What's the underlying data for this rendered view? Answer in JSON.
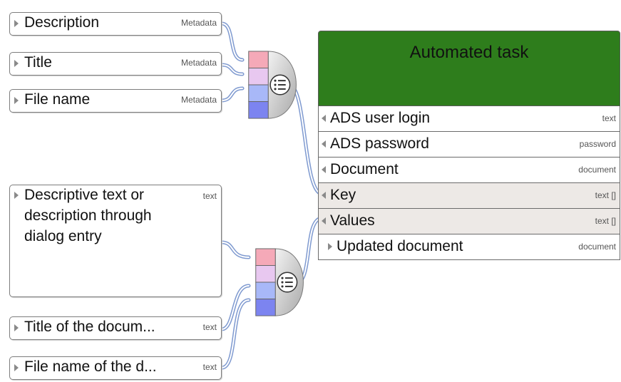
{
  "inputs": [
    {
      "label": "Description",
      "type": "Metadata"
    },
    {
      "label": "Title",
      "type": "Metadata"
    },
    {
      "label": "File name",
      "type": "Metadata"
    },
    {
      "label": "Descriptive text or description through dialog entry",
      "type": "text"
    },
    {
      "label": "Title of the docum...",
      "type": "text"
    },
    {
      "label": "File name of the d...",
      "type": "text"
    }
  ],
  "task": {
    "title": "Automated task",
    "header_color": "#2e7d1c",
    "rows": [
      {
        "label": "ADS user login",
        "type": "text",
        "direction": "in"
      },
      {
        "label": "ADS password",
        "type": "password",
        "direction": "in"
      },
      {
        "label": "Document",
        "type": "document",
        "direction": "in"
      },
      {
        "label": "Key",
        "type": "text []",
        "direction": "in"
      },
      {
        "label": "Values",
        "type": "text []",
        "direction": "in"
      },
      {
        "label": "Updated document",
        "type": "document",
        "direction": "out"
      }
    ]
  },
  "connectors": [
    {
      "icon": "list-icon",
      "port_colors": [
        "#f5a9b8",
        "#e8c8f0",
        "#a8b8f8",
        "#7c84f0"
      ]
    },
    {
      "icon": "list-icon",
      "port_colors": [
        "#f5a9b8",
        "#e8c8f0",
        "#a8b8f8",
        "#7c84f0"
      ]
    }
  ],
  "link_color": "#7f9ad0"
}
